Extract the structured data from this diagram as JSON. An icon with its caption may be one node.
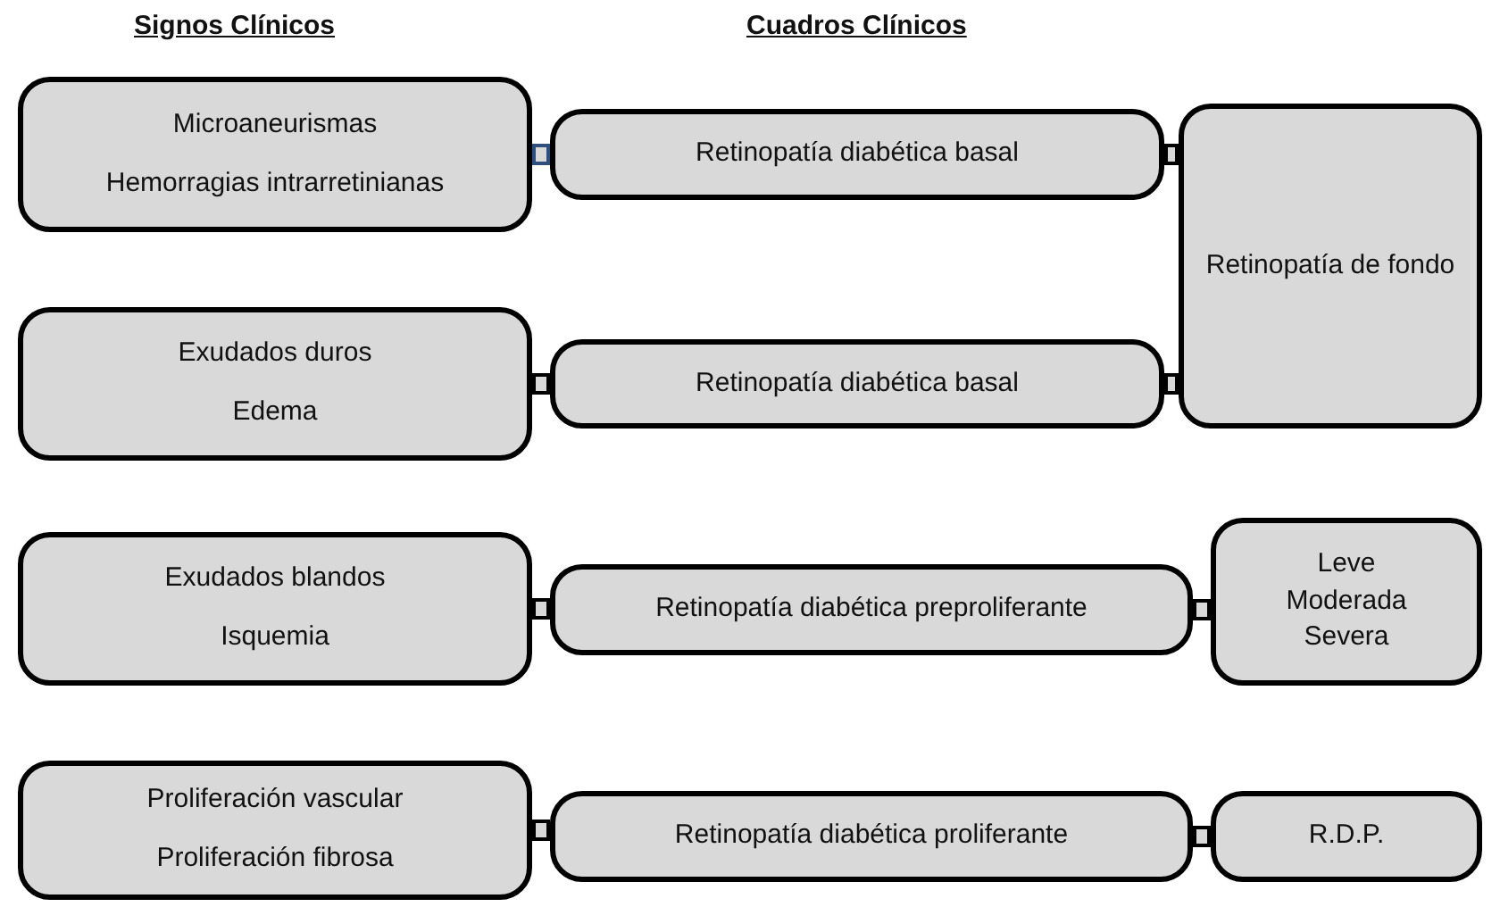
{
  "diagram": {
    "nodes": [
      {
        "text": [
          "Microaneurismas",
          "Hemorragias intrarretinianas"
        ]
      },
      {
        "text": [
          "Retinopatía diabética basal"
        ]
      },
      {
        "text": [
          "Exudados duros",
          "Edema"
        ]
      },
      {
        "text": [
          "Retinopatía diabética basal"
        ]
      },
      {
        "text": [
          "Retinopatía de fondo"
        ]
      },
      {
        "text": [
          "Exudados blandos",
          "Isquemia"
        ]
      },
      {
        "text": [
          "Retinopatía diabética preproliferante"
        ]
      },
      {
        "text": [
          "Leve",
          "Moderada",
          "Severa"
        ]
      },
      {
        "text": [
          "Proliferación vascular",
          "Proliferación fibrosa"
        ]
      },
      {
        "text": [
          "Retinopatía diabética proliferante"
        ]
      },
      {
        "text": [
          "R.D.P."
        ]
      }
    ],
    "edges": [
      {
        "from": 0,
        "to": 1,
        "arrow": "none",
        "color": "#2f4f7f"
      },
      {
        "from": 1,
        "to": 4,
        "arrow": "none"
      },
      {
        "from": 2,
        "to": 3,
        "arrow": "none"
      },
      {
        "from": 3,
        "to": 4,
        "arrow": "none"
      },
      {
        "from": 5,
        "to": 6,
        "arrow": "none"
      },
      {
        "from": 6,
        "to": 7,
        "arrow": "none"
      },
      {
        "from": 8,
        "to": 9,
        "arrow": "none"
      },
      {
        "from": 9,
        "to": 10,
        "arrow": "none"
      }
    ],
    "labels": [
      "Signos Clínicos",
      "Cuadros Clínicos"
    ]
  }
}
